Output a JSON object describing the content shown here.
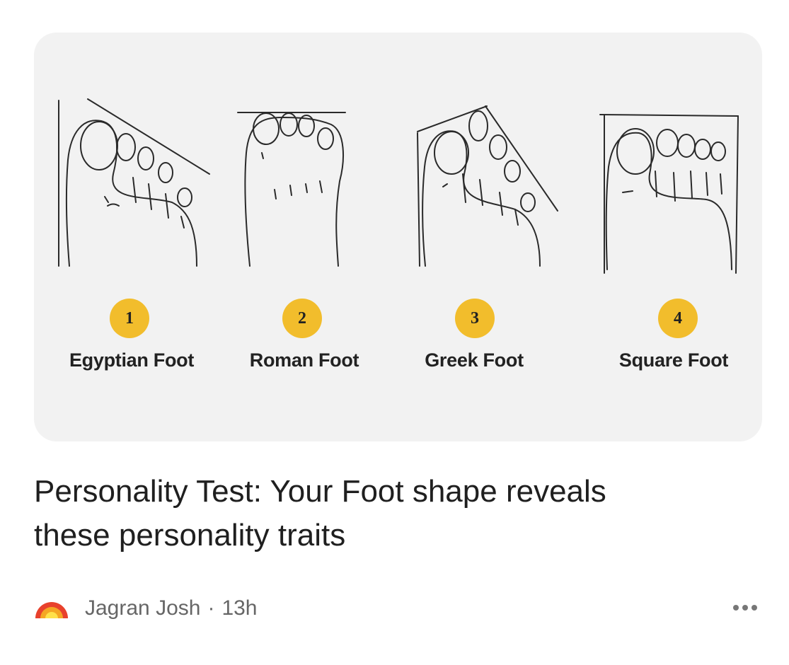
{
  "article": {
    "headline_line1": "Personality Test: Your Foot shape reveals",
    "headline_line2": "these personality traits",
    "thumbnail": {
      "feet": [
        {
          "number": "1",
          "label": "Egyptian Foot"
        },
        {
          "number": "2",
          "label": "Roman Foot"
        },
        {
          "number": "3",
          "label": "Greek Foot"
        },
        {
          "number": "4",
          "label": "Square Foot"
        }
      ],
      "badge_color": "#f2bd2c"
    }
  },
  "source": {
    "name": "Jagran Josh",
    "separator": "·",
    "time": "13h",
    "logo_icon": "jagran-josh-logo-icon"
  },
  "actions": {
    "more_icon": "more-horizontal-icon"
  }
}
